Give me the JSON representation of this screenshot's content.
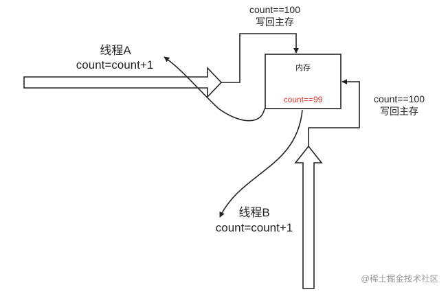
{
  "thread_a": {
    "name": "线程A",
    "op": "count=count+1"
  },
  "thread_b": {
    "name": "线程B",
    "op": "count=count+1"
  },
  "memory": {
    "label": "内存",
    "value": "count==99"
  },
  "writeback_top": {
    "line1": "count==100",
    "line2": "写回主存"
  },
  "writeback_right": {
    "line1": "count==100",
    "line2": "写回主存"
  },
  "watermark": "@稀土掘金技术社区",
  "colors": {
    "stroke": "#222222",
    "value_red": "#d9342b",
    "watermark": "#9a9a9a"
  }
}
